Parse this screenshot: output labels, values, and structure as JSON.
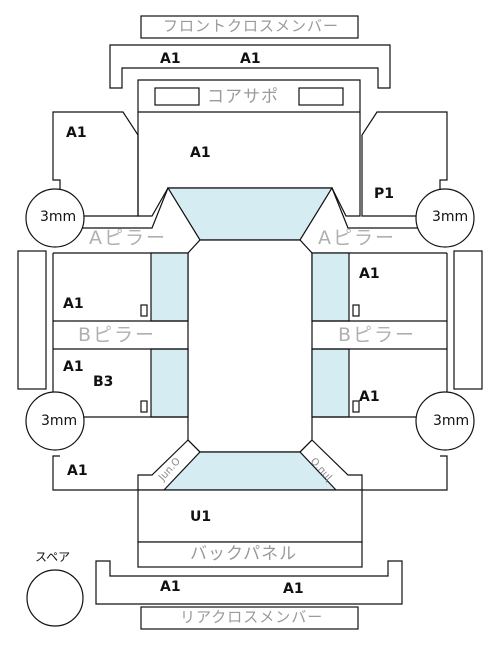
{
  "parts": {
    "front_cross_member": "フロントクロスメンバー",
    "core_support": "コアサポ",
    "a_pillar": "Aピラー",
    "b_pillar": "Bピラー",
    "back_panel": "バックパネル",
    "rear_cross_member": "リアクロスメンバー",
    "spare": "スペア",
    "rear_corner_mark": "Jun.O"
  },
  "grades": {
    "front_cross_left": "A1",
    "front_cross_right": "A1",
    "front_left_fender": "A1",
    "bonnet": "A1",
    "front_right_fender": "P1",
    "front_left_door": "A1",
    "front_right_door": "A1",
    "rear_left_door": "A1",
    "rear_left_door_extra": "B3",
    "rear_right_door": "A1",
    "rear_left_quarter": "A1",
    "trunk": "U1",
    "rear_cross_left": "A1",
    "rear_cross_right": "A1"
  },
  "tires": {
    "front_left": "3mm",
    "front_right": "3mm",
    "rear_left": "3mm",
    "rear_right": "3mm"
  }
}
